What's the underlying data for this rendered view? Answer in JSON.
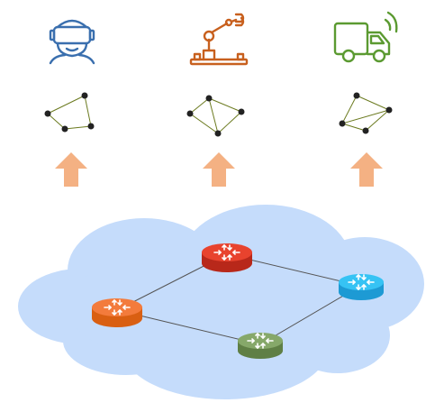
{
  "colors": {
    "vr": "#3a6fae",
    "robot": "#c8601e",
    "truck": "#5b9a31",
    "graph_edge": "#6b7a1f",
    "graph_node": "#222222",
    "arrow": "#f4b183",
    "cloud": "#c5dcfb",
    "cloud_edge": "#b5d0f7",
    "link": "#555555",
    "router_red_top": "#e8432e",
    "router_red_side": "#b8281a",
    "router_orange_top": "#f37b3c",
    "router_orange_side": "#d95f12",
    "router_blue_top": "#36c3f4",
    "router_blue_side": "#1d9ad4",
    "router_green_top": "#86a86a",
    "router_green_side": "#5f7f45"
  },
  "icons": [
    "vr-headset-icon",
    "industrial-robot-arm-icon",
    "connected-truck-icon"
  ],
  "routers": [
    "router-red",
    "router-orange",
    "router-blue",
    "router-green"
  ]
}
